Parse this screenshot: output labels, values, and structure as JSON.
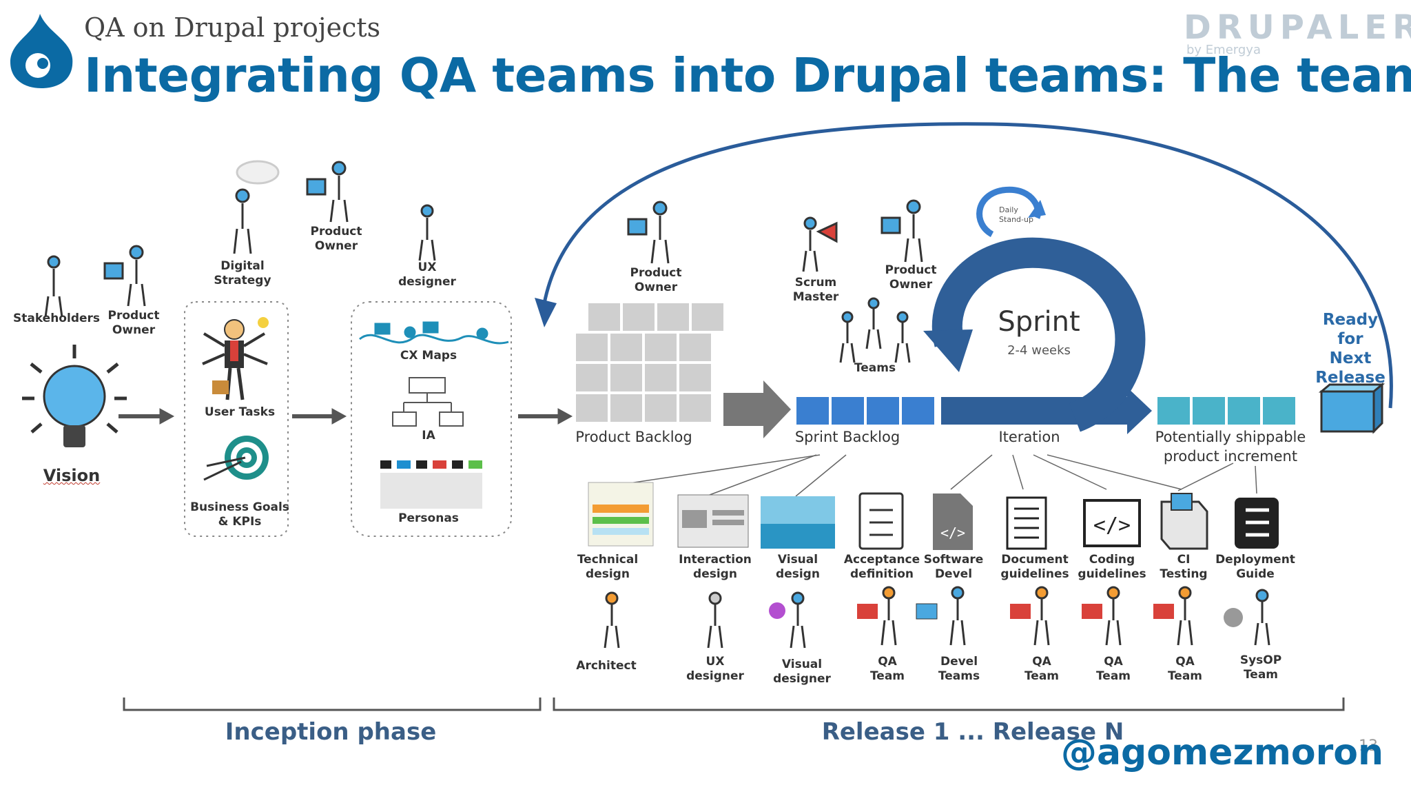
{
  "header": {
    "subtitle": "QA on Drupal projects",
    "title": "Integrating QA teams into Drupal teams: The team",
    "logo_text": "DRUPALERA",
    "logo_sub": "by Emergya"
  },
  "inception": {
    "vision": "Vision",
    "stakeholders": "Stakeholders",
    "product_owner_1": "Product\nOwner",
    "digital_strategy": "Digital\nStrategy",
    "product_owner_2": "Product\nOwner",
    "ux_designer_top": "UX\ndesigner",
    "user_tasks": "User Tasks",
    "business_goals": "Business Goals\n& KPIs",
    "cx_maps": "CX Maps",
    "ia": "IA",
    "personas": "Personas"
  },
  "release": {
    "product_owner_backlog": "Product\nOwner",
    "scrum_master": "Scrum\nMaster",
    "product_owner_sprint": "Product\nOwner",
    "teams": "Teams",
    "daily_standup": "Daily\nStand-up",
    "sprint": "Sprint",
    "sprint_weeks": "2-4 weeks",
    "product_backlog": "Product Backlog",
    "sprint_backlog": "Sprint Backlog",
    "iteration": "Iteration",
    "increment": "Potentially shippable\nproduct increment",
    "ready": "Ready for\nNext\nRelease"
  },
  "artifacts": [
    "Technical\ndesign",
    "Interaction\ndesign",
    "Visual\ndesign",
    "Acceptance\ndefinition",
    "Software\nDevel",
    "Document\nguidelines",
    "Coding\nguidelines",
    "CI\nTesting",
    "Deployment\nGuide"
  ],
  "roles": [
    "Architect",
    "UX\ndesigner",
    "Visual\ndesigner",
    "QA\nTeam",
    "Devel\nTeams",
    "QA\nTeam",
    "QA\nTeam",
    "QA\nTeam",
    "SysOP\nTeam"
  ],
  "phases": {
    "inception": "Inception phase",
    "release": "Release 1 ... Release N"
  },
  "footer": {
    "handle": "@agomezmoron",
    "page_number": "13"
  },
  "colors": {
    "title": "#0b6aa4",
    "sprint_blue": "#3a7fd0",
    "iteration_blue": "#2f5f98",
    "increment_teal": "#4ab3c9",
    "phase_text": "#3a5e86"
  }
}
